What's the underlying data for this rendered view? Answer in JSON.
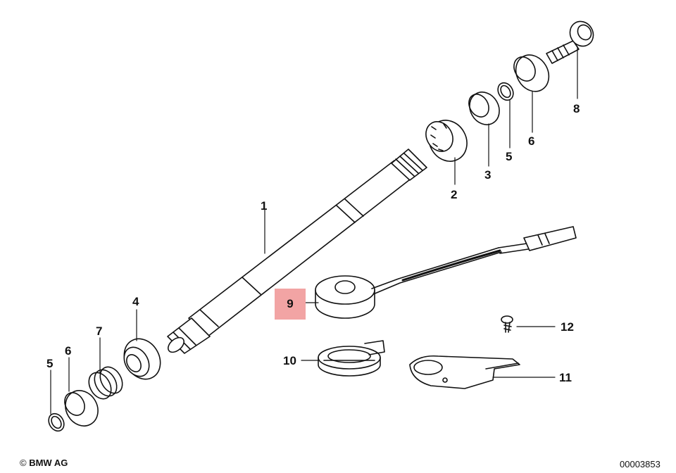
{
  "diagram": {
    "highlighted_part": "9",
    "callouts": {
      "c1": "1",
      "c2": "2",
      "c3": "3",
      "c4": "4",
      "c5a": "5",
      "c5b": "5",
      "c6a": "6",
      "c6b": "6",
      "c7": "7",
      "c8": "8",
      "c9": "9",
      "c10": "10",
      "c11": "11",
      "c12": "12"
    }
  },
  "footer": {
    "copyright_symbol": "©",
    "copyright": "BMW AG",
    "drawing_number": "00003853"
  },
  "colors": {
    "highlight": "#f2a4a4",
    "line": "#111111"
  }
}
